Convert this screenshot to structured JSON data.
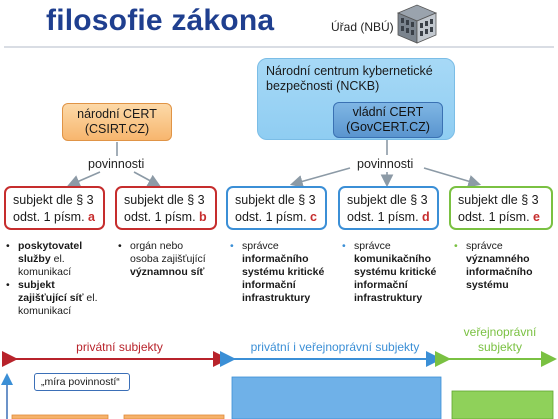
{
  "header": {
    "title": "filosofie zákona",
    "authority_label": "Úřad (NBÚ)"
  },
  "ncb": {
    "title": "Národní centrum kybernetické bezpečnosti (NCKB)",
    "gov_cert": {
      "line1": "vládní CERT",
      "line2": "(GovCERT.CZ)"
    }
  },
  "national_cert": {
    "line1": "národní CERT",
    "line2": "(CSIRT.CZ)"
  },
  "duty_labels": {
    "left": "povinnosti",
    "right": "povinnosti"
  },
  "subjects": [
    {
      "line1": "subjekt dle § 3",
      "line2": "odst. 1 písm.",
      "letter": "a",
      "color": "#c62d2d"
    },
    {
      "line1": "subjekt dle § 3",
      "line2": "odst. 1 písm.",
      "letter": "b",
      "color": "#c62d2d"
    },
    {
      "line1": "subjekt dle § 3",
      "line2": "odst. 1 písm.",
      "letter": "c",
      "color": "#3b8fd6"
    },
    {
      "line1": "subjekt dle § 3",
      "line2": "odst. 1 písm.",
      "letter": "d",
      "color": "#3b8fd6"
    },
    {
      "line1": "subjekt dle § 3",
      "line2": "odst. 1 písm.",
      "letter": "e",
      "color": "#7ac142"
    }
  ],
  "descriptions": {
    "a": [
      {
        "bold": "poskytovatel služby",
        "rest": " el. komunikací"
      },
      {
        "bold": "subjekt zajišťující síť",
        "rest": " el. komunikací"
      }
    ],
    "b": [
      {
        "plain": "orgán nebo osoba zajišťující ",
        "bold": "významnou síť"
      }
    ],
    "c": [
      {
        "plain": "správce ",
        "bold": "informačního systému kritické informační infrastruktury"
      }
    ],
    "d": [
      {
        "plain": "správce ",
        "bold": "komunikačního systému kritické informační infrastruktury"
      }
    ],
    "e": [
      {
        "plain": "správce ",
        "bold": "významného informačního systému"
      }
    ]
  },
  "categories": {
    "private": "privátní subjekty",
    "mixed": "privátní i veřejnoprávní subjekty",
    "public_line1": "veřejnoprávní",
    "public_line2": "subjekty"
  },
  "measure_label": "„míra povinností“",
  "colors": {
    "title": "#1f3f8f",
    "private": "#c62d2d",
    "mixed": "#3b8fd6",
    "public": "#7ac142"
  },
  "bars": [
    {
      "group": "a",
      "level": 0.02
    },
    {
      "group": "b",
      "level": 0.02
    },
    {
      "group": "c-d",
      "level": 0.6
    },
    {
      "group": "e",
      "level": 0.4
    }
  ]
}
